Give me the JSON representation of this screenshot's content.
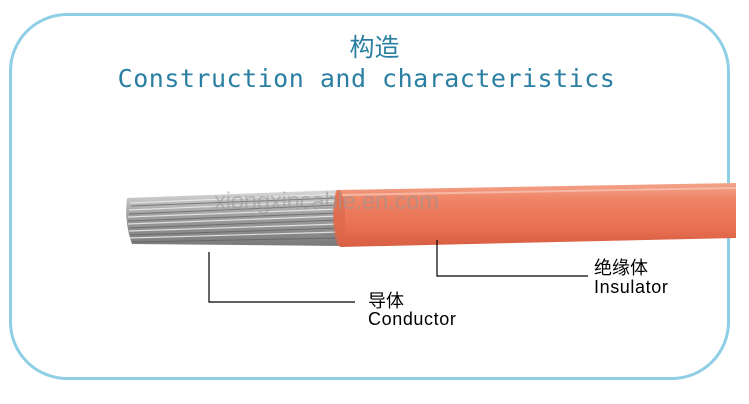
{
  "title": {
    "cn": "构造",
    "en": "Construction and characteristics"
  },
  "watermark": "xiongxincable.en.com",
  "labels": {
    "conductor": {
      "cn": "导体",
      "en": "Conductor"
    },
    "insulator": {
      "cn": "绝缘体",
      "en": "Insulator"
    }
  },
  "colors": {
    "frame_border": "#8fcfe6",
    "title_text": "#2b7fa2",
    "insulation": "#ef7e61",
    "conductor_wire": "#a9a9a9"
  }
}
